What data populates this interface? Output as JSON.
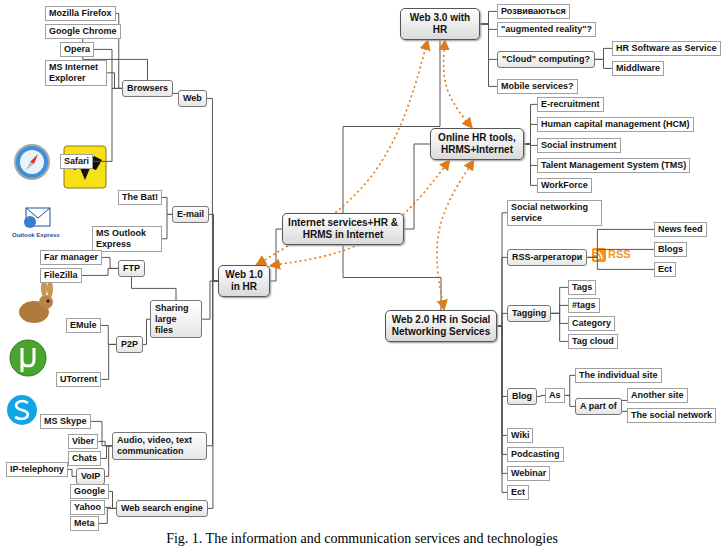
{
  "diagram": {
    "caption": "Fig. 1. The information and communication services and technologies",
    "nodes": [
      {
        "text": [
          "Internet services+HR & HRMS in Internet"
        ]
      },
      {
        "text": [
          "Web 3.0 with HR"
        ]
      },
      {
        "text": [
          "Розвиваються"
        ]
      },
      {
        "text": [
          "\"augmented reality\"?"
        ]
      },
      {
        "text": [
          "\"Cloud\" computing?"
        ]
      },
      {
        "text": [
          "HR Software as Service"
        ]
      },
      {
        "text": [
          "Middlware"
        ]
      },
      {
        "text": [
          "Mobile services?"
        ]
      },
      {
        "text": [
          "Online HR tools, HRMS+Internet"
        ]
      },
      {
        "text": [
          "E-recruitment"
        ]
      },
      {
        "text": [
          "Human capital management (HCM)"
        ]
      },
      {
        "text": [
          "Social instrument"
        ]
      },
      {
        "text": [
          "Talent Management System (TMS)"
        ]
      },
      {
        "text": [
          "WorkForce"
        ]
      },
      {
        "text": [
          "Web 2.0 HR in Social Networking Services"
        ]
      },
      {
        "text": [
          "Social networking service"
        ]
      },
      {
        "text": [
          "RSS-агрегатори"
        ]
      },
      {
        "text": [
          "News feed"
        ]
      },
      {
        "text": [
          "Blogs"
        ]
      },
      {
        "text": [
          "Ect"
        ]
      },
      {
        "text": [
          "Tagging"
        ]
      },
      {
        "text": [
          "Tags"
        ]
      },
      {
        "text": [
          "#tags"
        ]
      },
      {
        "text": [
          "Category"
        ]
      },
      {
        "text": [
          "Tag cloud"
        ]
      },
      {
        "text": [
          "Blog"
        ]
      },
      {
        "text": [
          "As"
        ]
      },
      {
        "text": [
          "The individual site"
        ]
      },
      {
        "text": [
          "A part of"
        ]
      },
      {
        "text": [
          "Another site"
        ]
      },
      {
        "text": [
          "The social network"
        ]
      },
      {
        "text": [
          "Wiki"
        ]
      },
      {
        "text": [
          "Podcasting"
        ]
      },
      {
        "text": [
          "Webinar"
        ]
      },
      {
        "text": [
          "Ect"
        ]
      },
      {
        "text": [
          "Web 1.0 in HR"
        ]
      },
      {
        "text": [
          "Web"
        ]
      },
      {
        "text": [
          "Browsers"
        ]
      },
      {
        "text": [
          "Mozilla Firefox"
        ]
      },
      {
        "text": [
          "Google Chrome"
        ]
      },
      {
        "text": [
          "Opera"
        ]
      },
      {
        "text": [
          "MS Internet Explorer"
        ]
      },
      {
        "text": [
          "Safari"
        ]
      },
      {
        "text": [
          "E-mail"
        ]
      },
      {
        "text": [
          "The Bat!"
        ]
      },
      {
        "text": [
          "MS Outlook Express"
        ]
      },
      {
        "text": [
          "Sharing large files"
        ]
      },
      {
        "text": [
          "FTP"
        ]
      },
      {
        "text": [
          "Far manager"
        ]
      },
      {
        "text": [
          "FileZilla"
        ]
      },
      {
        "text": [
          "P2P"
        ]
      },
      {
        "text": [
          "EMule"
        ]
      },
      {
        "text": [
          "UTorrent"
        ]
      },
      {
        "text": [
          "Audio, video, text communication"
        ]
      },
      {
        "text": [
          "MS Skype"
        ]
      },
      {
        "text": [
          "Viber"
        ]
      },
      {
        "text": [
          "Chats"
        ]
      },
      {
        "text": [
          "VoIP"
        ]
      },
      {
        "text": [
          "IP-telephony"
        ]
      },
      {
        "text": [
          "Web search engine"
        ]
      },
      {
        "text": [
          "Google"
        ]
      },
      {
        "text": [
          "Yahoo"
        ]
      },
      {
        "text": [
          "Meta"
        ]
      }
    ],
    "edges": [
      {
        "from": 0,
        "to": 1,
        "arrow": "none"
      },
      {
        "from": 0,
        "to": 8,
        "arrow": "none"
      },
      {
        "from": 0,
        "to": 14,
        "arrow": "none"
      },
      {
        "from": 0,
        "to": 35,
        "arrow": "none"
      },
      {
        "from": 1,
        "to": 2,
        "arrow": "none"
      },
      {
        "from": 1,
        "to": 3,
        "arrow": "none"
      },
      {
        "from": 1,
        "to": 4,
        "arrow": "none"
      },
      {
        "from": 1,
        "to": 7,
        "arrow": "none"
      },
      {
        "from": 4,
        "to": 5,
        "arrow": "none"
      },
      {
        "from": 4,
        "to": 6,
        "arrow": "none"
      },
      {
        "from": 8,
        "to": 9,
        "arrow": "none"
      },
      {
        "from": 8,
        "to": 10,
        "arrow": "none"
      },
      {
        "from": 8,
        "to": 11,
        "arrow": "none"
      },
      {
        "from": 8,
        "to": 12,
        "arrow": "none"
      },
      {
        "from": 8,
        "to": 13,
        "arrow": "none"
      },
      {
        "from": 14,
        "to": 15,
        "arrow": "none"
      },
      {
        "from": 14,
        "to": 16,
        "arrow": "none"
      },
      {
        "from": 14,
        "to": 20,
        "arrow": "none"
      },
      {
        "from": 14,
        "to": 25,
        "arrow": "none"
      },
      {
        "from": 14,
        "to": 31,
        "arrow": "none"
      },
      {
        "from": 14,
        "to": 32,
        "arrow": "none"
      },
      {
        "from": 14,
        "to": 33,
        "arrow": "none"
      },
      {
        "from": 14,
        "to": 34,
        "arrow": "none"
      },
      {
        "from": 16,
        "to": 17,
        "arrow": "none"
      },
      {
        "from": 16,
        "to": 18,
        "arrow": "none"
      },
      {
        "from": 16,
        "to": 19,
        "arrow": "none"
      },
      {
        "from": 20,
        "to": 21,
        "arrow": "none"
      },
      {
        "from": 20,
        "to": 22,
        "arrow": "none"
      },
      {
        "from": 20,
        "to": 23,
        "arrow": "none"
      },
      {
        "from": 20,
        "to": 24,
        "arrow": "none"
      },
      {
        "from": 25,
        "to": 26,
        "arrow": "none"
      },
      {
        "from": 26,
        "to": 27,
        "arrow": "none"
      },
      {
        "from": 26,
        "to": 28,
        "arrow": "none"
      },
      {
        "from": 28,
        "to": 29,
        "arrow": "none"
      },
      {
        "from": 28,
        "to": 30,
        "arrow": "none"
      },
      {
        "from": 35,
        "to": 36,
        "arrow": "none"
      },
      {
        "from": 35,
        "to": 43,
        "arrow": "none"
      },
      {
        "from": 35,
        "to": 46,
        "arrow": "none"
      },
      {
        "from": 35,
        "to": 53,
        "arrow": "none"
      },
      {
        "from": 35,
        "to": 59,
        "arrow": "none"
      },
      {
        "from": 36,
        "to": 37,
        "arrow": "none"
      },
      {
        "from": 37,
        "to": 38,
        "arrow": "none"
      },
      {
        "from": 37,
        "to": 39,
        "arrow": "none"
      },
      {
        "from": 37,
        "to": 40,
        "arrow": "none"
      },
      {
        "from": 37,
        "to": 41,
        "arrow": "none"
      },
      {
        "from": 37,
        "to": 42,
        "arrow": "none"
      },
      {
        "from": 43,
        "to": 44,
        "arrow": "none"
      },
      {
        "from": 43,
        "to": 45,
        "arrow": "none"
      },
      {
        "from": 46,
        "to": 47,
        "arrow": "none"
      },
      {
        "from": 46,
        "to": 50,
        "arrow": "none"
      },
      {
        "from": 47,
        "to": 48,
        "arrow": "none"
      },
      {
        "from": 47,
        "to": 49,
        "arrow": "none"
      },
      {
        "from": 50,
        "to": 51,
        "arrow": "none"
      },
      {
        "from": 50,
        "to": 52,
        "arrow": "none"
      },
      {
        "from": 53,
        "to": 54,
        "arrow": "none"
      },
      {
        "from": 53,
        "to": 55,
        "arrow": "none"
      },
      {
        "from": 53,
        "to": 56,
        "arrow": "none"
      },
      {
        "from": 53,
        "to": 57,
        "arrow": "none"
      },
      {
        "from": 57,
        "to": 58,
        "arrow": "none"
      },
      {
        "from": 59,
        "to": 60,
        "arrow": "none"
      },
      {
        "from": 59,
        "to": 61,
        "arrow": "none"
      },
      {
        "from": 59,
        "to": 62,
        "arrow": "none"
      },
      {
        "from": 35,
        "to": 1,
        "arrow": "both"
      },
      {
        "from": 35,
        "to": 8,
        "arrow": "both"
      },
      {
        "from": 1,
        "to": 8,
        "arrow": "both"
      },
      {
        "from": 8,
        "to": 14,
        "arrow": "both"
      }
    ],
    "labels": [
      "RSS",
      "Outlook Express"
    ]
  }
}
